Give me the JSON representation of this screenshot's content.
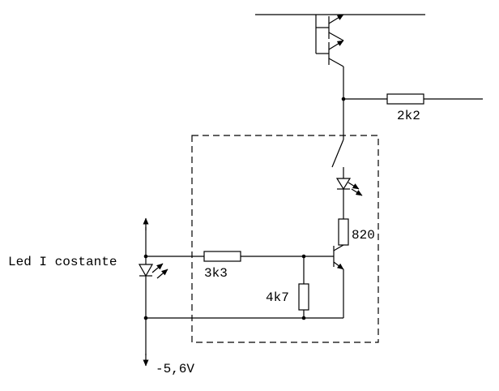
{
  "diagram": {
    "type": "circuit-schematic",
    "background": "#ffffff",
    "stroke_color": "#000000",
    "labels": {
      "r_2k2": "2k2",
      "r_820": "820",
      "r_3k3": "3k3",
      "r_4k7": "4k7",
      "led_reference": "Led I costante",
      "supply_voltage": "-5,6V"
    },
    "symbols": [
      "transistor-pair-top",
      "resistor-2k2",
      "open-switch",
      "led-main",
      "resistor-820",
      "npn-transistor",
      "resistor-3k3",
      "resistor-4k7",
      "led-reference",
      "supply-arrows",
      "dashed-enclosure"
    ]
  }
}
